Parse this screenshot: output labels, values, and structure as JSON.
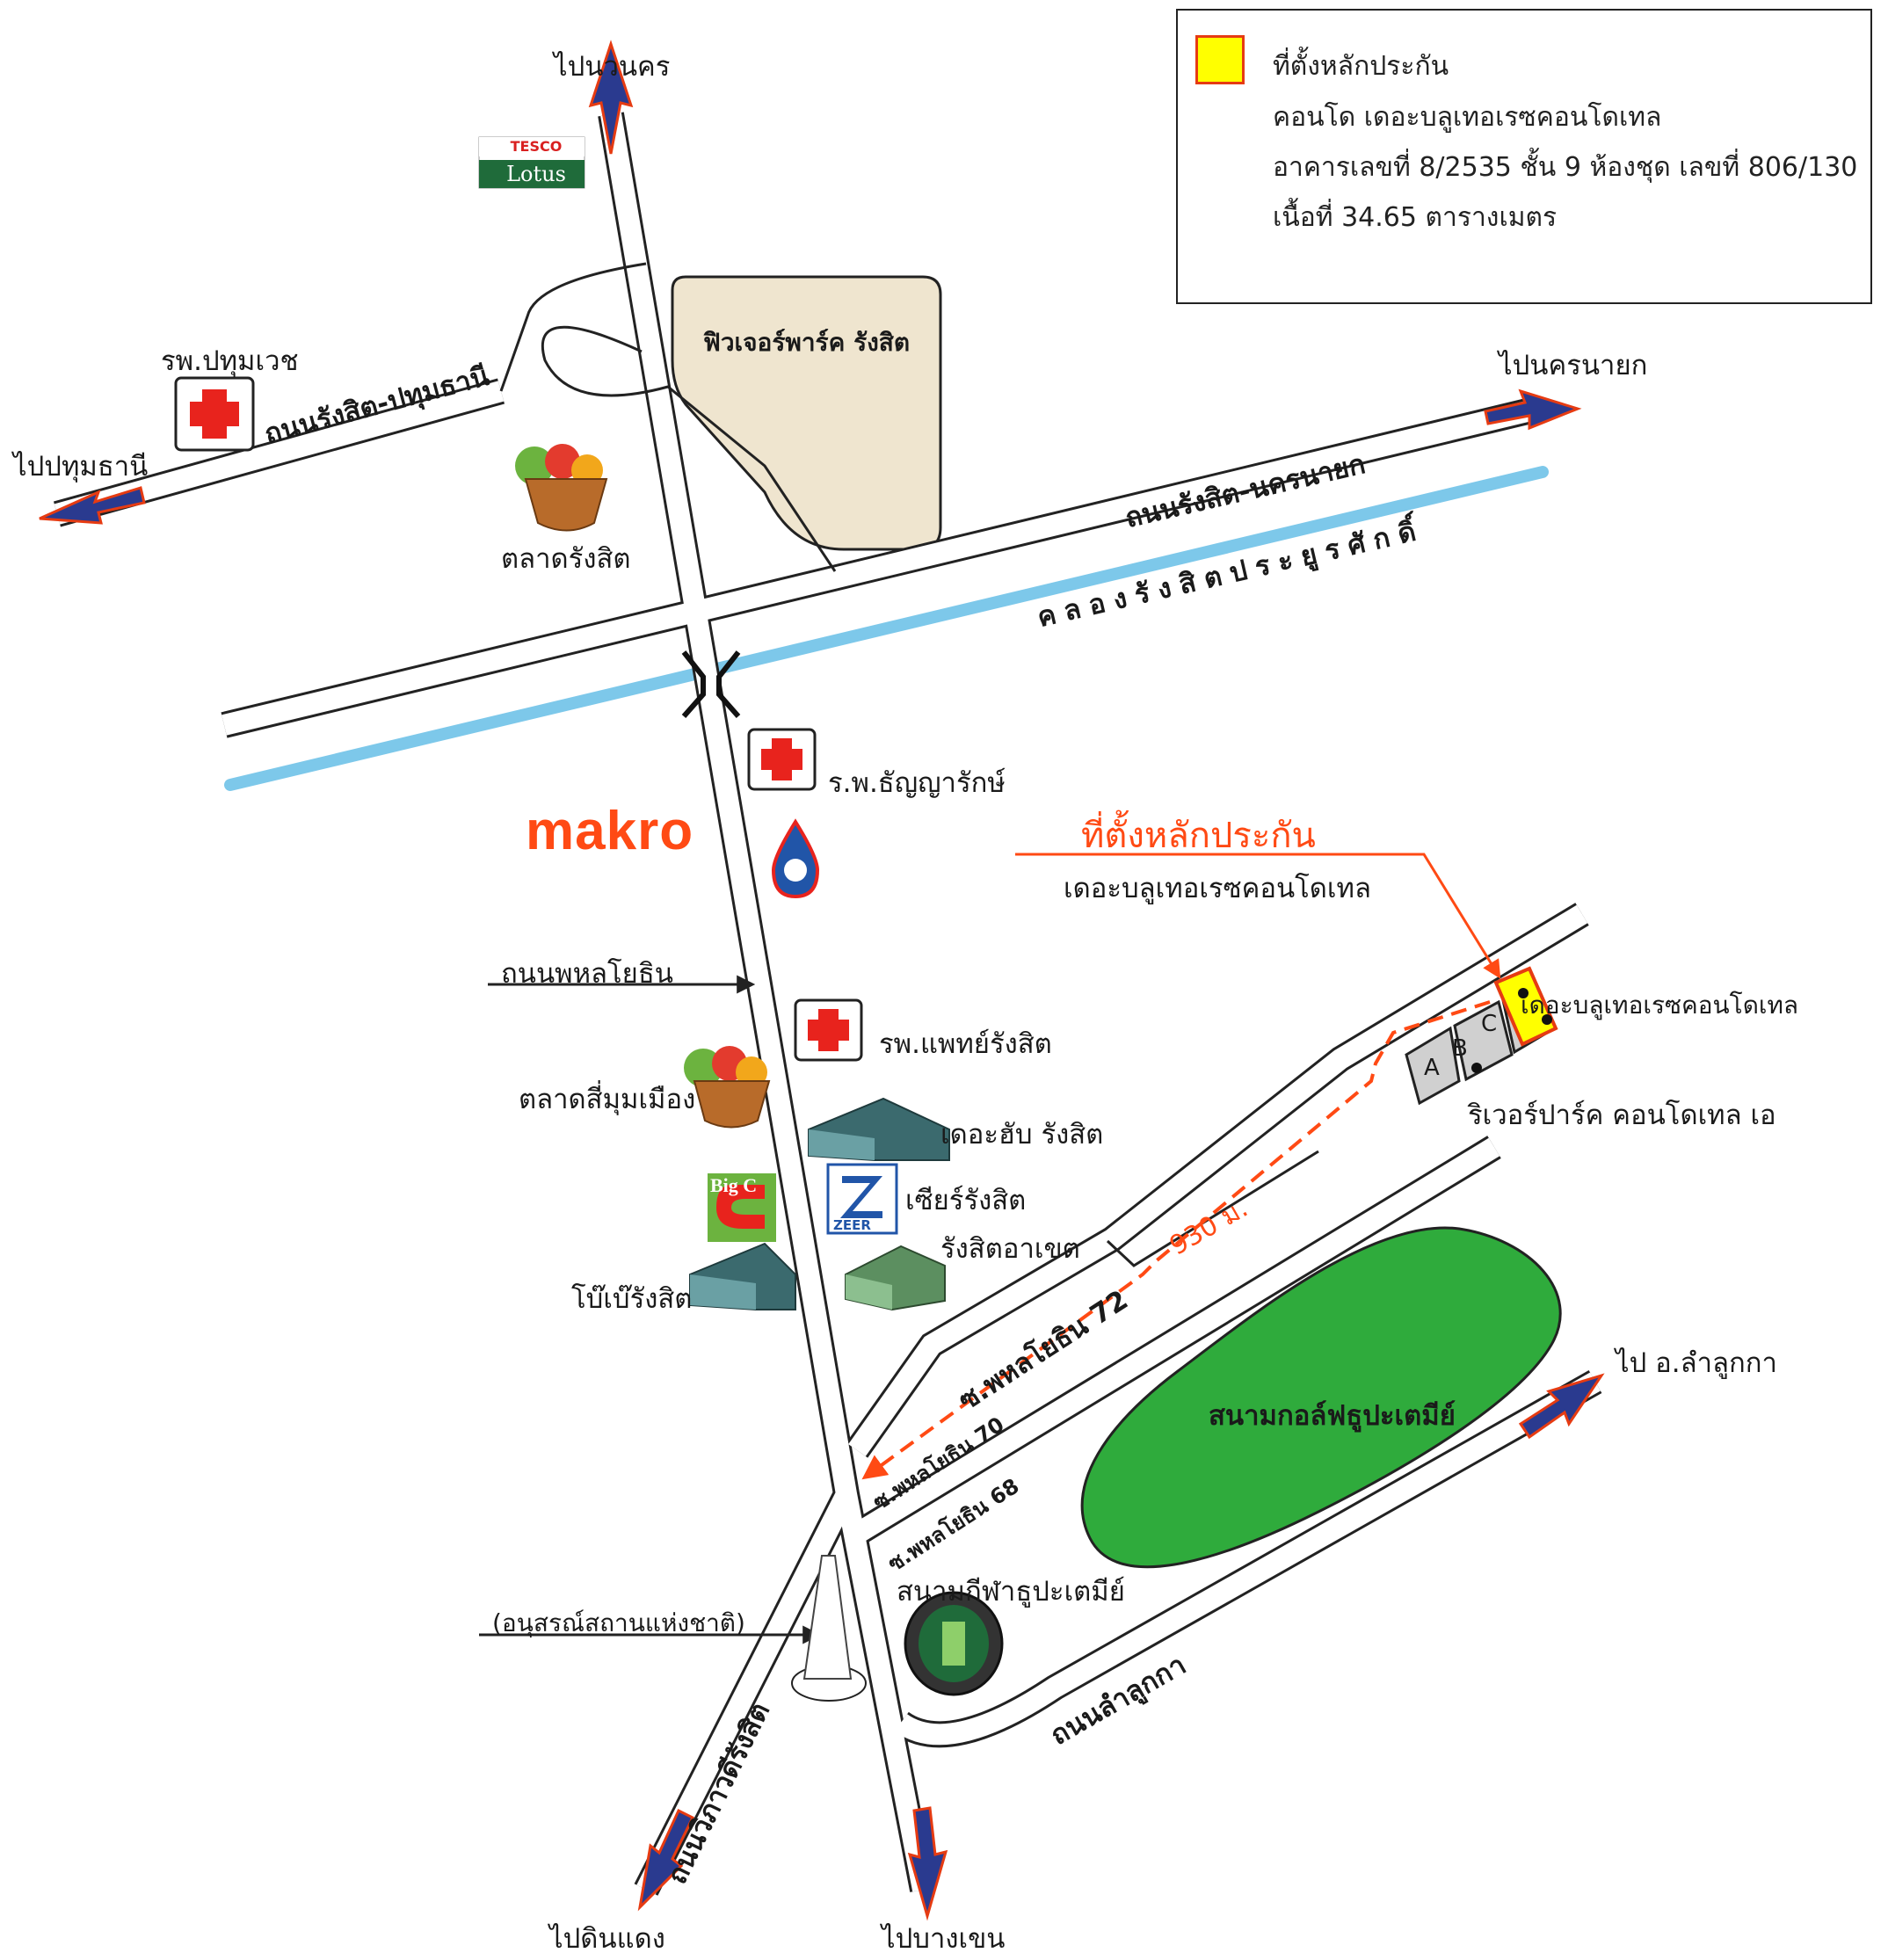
{
  "legend": {
    "line1": "ที่ตั้งหลักประกัน",
    "line2": "คอนโด เดอะบลูเทอเรซคอนโดเทล",
    "line3": "อาคารเลขที่ 8/2535 ชั้น 9 ห้องชุด เลขที่ 806/130",
    "line4": "เนื้อที่ 34.65 ตารางเมตร",
    "swatch_color": "#ffff00"
  },
  "directions": {
    "north": "ไปนวนคร",
    "west": "ไปปทุมธานี",
    "east": "ไปนครนายก",
    "southwest": "ไปดินแดง",
    "south": "ไปบางเขน",
    "southeast": "ไป อ.ลำลูกกา"
  },
  "roads": {
    "rangsit_pathum": "ถนนรังสิต-ปทุมธานี",
    "rangsit_nakhon": "ถนนรังสิต-นครนายก",
    "canal": "คลองรังสิตประยูรศักดิ์",
    "phahonyothin": "ถนนพหลโยธิน",
    "soi72": "ซ.พหลโยธิน 72",
    "soi70": "ซ.พหลโยธิน 70",
    "soi68": "ซ.พหลโยธิน 68",
    "vibhavadi": "ถนนวิภาวดีรังสิต",
    "lamlukka": "ถนนลำลูกกา"
  },
  "places": {
    "tesco_top": "TESCO",
    "tesco_bottom": "Lotus",
    "future_park": "ฟิวเจอร์พาร์ค รังสิต",
    "pathumwet": "รพ.ปทุมเวช",
    "market_rangsit": "ตลาดรังสิต",
    "thanyarak": "ร.พ.ธัญญารักษ์",
    "makro": "makro",
    "phaet_rangsit": "รพ.แพทย์รังสิต",
    "market_simummuang": "ตลาดสี่มุมเมือง",
    "the_hub": "เดอะฮับ รังสิต",
    "big_c": "Big C",
    "zeer_logo": "ZEER",
    "zeer": "เซียร์รังสิต",
    "rangsit_arcade": "รังสิตอาเขต",
    "bobae": "โบ๊เบ๊รังสิต",
    "golf": "สนามกอล์ฟธูปะเตมีย์",
    "stadium": "สนามกีฬาธูปะเตมีย์",
    "monument": "(อนุสรณ์สถานแห่งชาติ)",
    "target_title": "ที่ตั้งหลักประกัน",
    "target_sub": "เดอะบลูเทอเรซคอนโดเทล",
    "blue_terrace": "เดอะบลูเทอเรซคอนโดเทล",
    "riverpark": "ริเวอร์ปาร์ค คอนโดเทล เอ",
    "bldg_a": "A",
    "bldg_b": "B",
    "bldg_c": "C",
    "distance": "930 ม."
  },
  "colors": {
    "canal": "#7dc8ea",
    "future_park_fill": "#efe5cf",
    "golf_fill": "#2fab3c",
    "accent_orange": "#ff4a14",
    "arrow_blue": "#2a3a8f",
    "arrow_red": "#e63b12",
    "building_gray": "#d0d0d0",
    "hospital_red": "#e8231d"
  }
}
